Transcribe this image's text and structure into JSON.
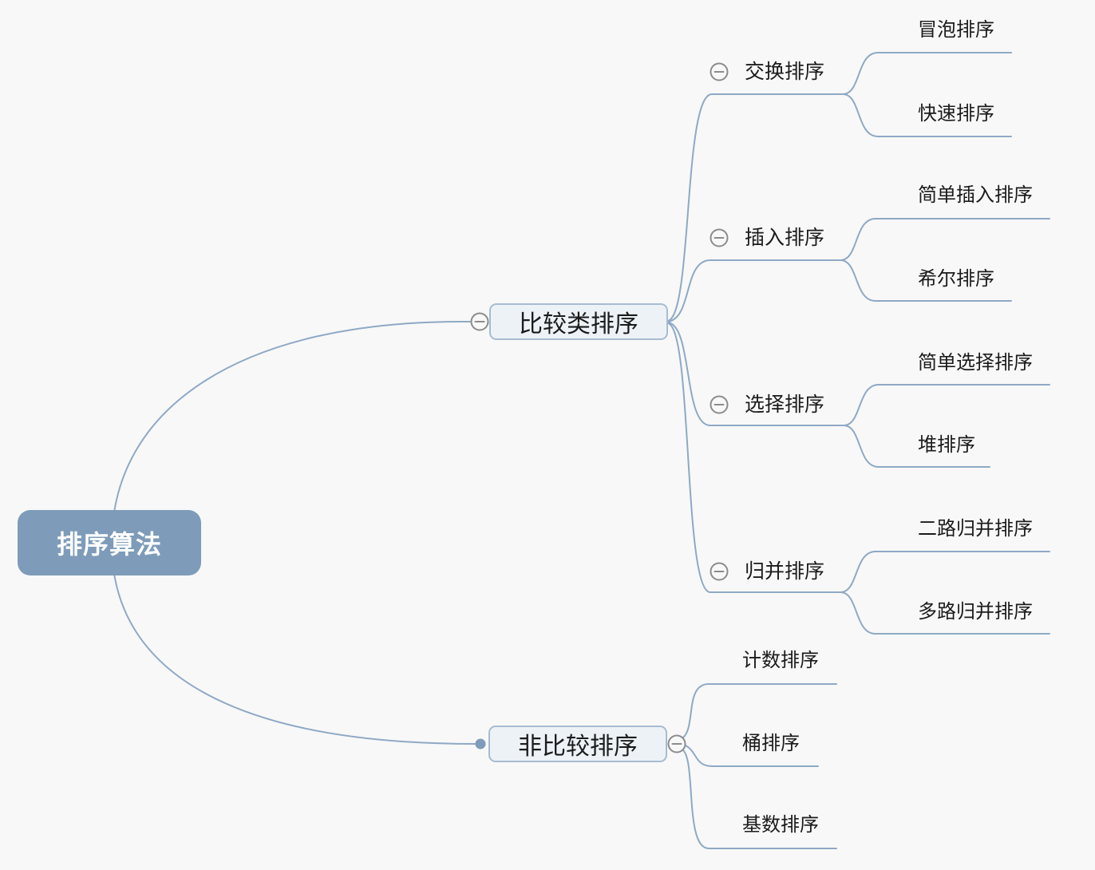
{
  "app": {
    "type": "mindmap",
    "colors": {
      "background": "#f8f8f8",
      "line": "#8ea9c5",
      "root_fill": "#7e9cb9",
      "root_text": "#ffffff",
      "topic_fill": "#edf2f7",
      "topic_border": "#a7bcd0",
      "text": "#1b1b1b",
      "collapse_icon_stroke": "#8c8c8c",
      "branch_dot_fill": "#7e9cb9"
    },
    "icons": {
      "collapse": "minus-circle-icon",
      "branch_anchor": "dot"
    }
  },
  "map": {
    "root": {
      "label": "排序算法"
    },
    "branches": [
      {
        "label": "比较类排序",
        "children": [
          {
            "label": "交换排序",
            "leaves": [
              {
                "label": "冒泡排序"
              },
              {
                "label": "快速排序"
              }
            ]
          },
          {
            "label": "插入排序",
            "leaves": [
              {
                "label": "简单插入排序"
              },
              {
                "label": "希尔排序"
              }
            ]
          },
          {
            "label": "选择排序",
            "leaves": [
              {
                "label": "简单选择排序"
              },
              {
                "label": "堆排序"
              }
            ]
          },
          {
            "label": "归并排序",
            "leaves": [
              {
                "label": "二路归并排序"
              },
              {
                "label": "多路归并排序"
              }
            ]
          }
        ]
      },
      {
        "label": "非比较排序",
        "leaves": [
          {
            "label": "计数排序"
          },
          {
            "label": "桶排序"
          },
          {
            "label": "基数排序"
          }
        ]
      }
    ]
  }
}
